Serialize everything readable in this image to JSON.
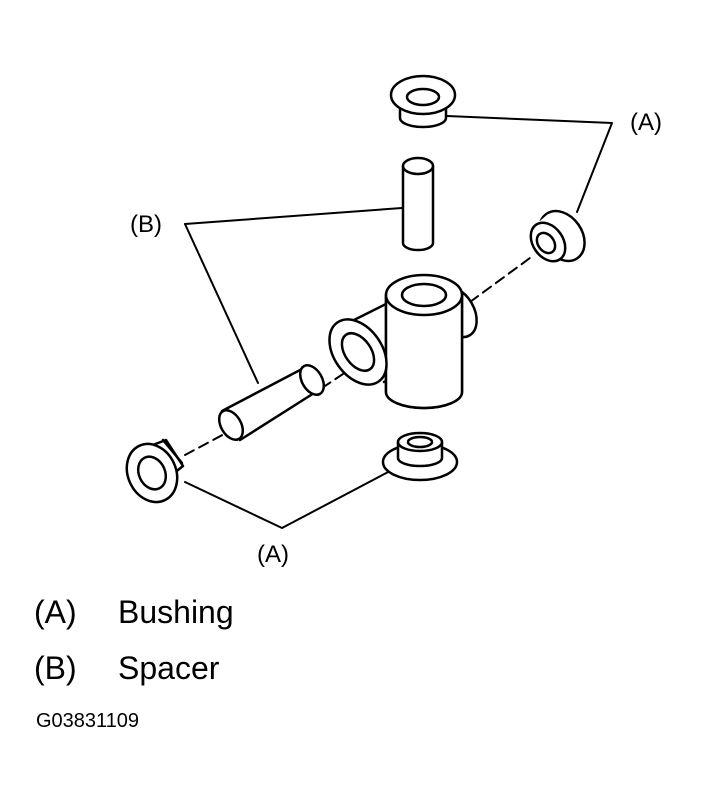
{
  "callouts": {
    "a": "(A)",
    "b": "(B)"
  },
  "legend": [
    {
      "code": "(A)",
      "text": "Bushing"
    },
    {
      "code": "(B)",
      "text": "Spacer"
    }
  ],
  "figure_id": "G03831109"
}
